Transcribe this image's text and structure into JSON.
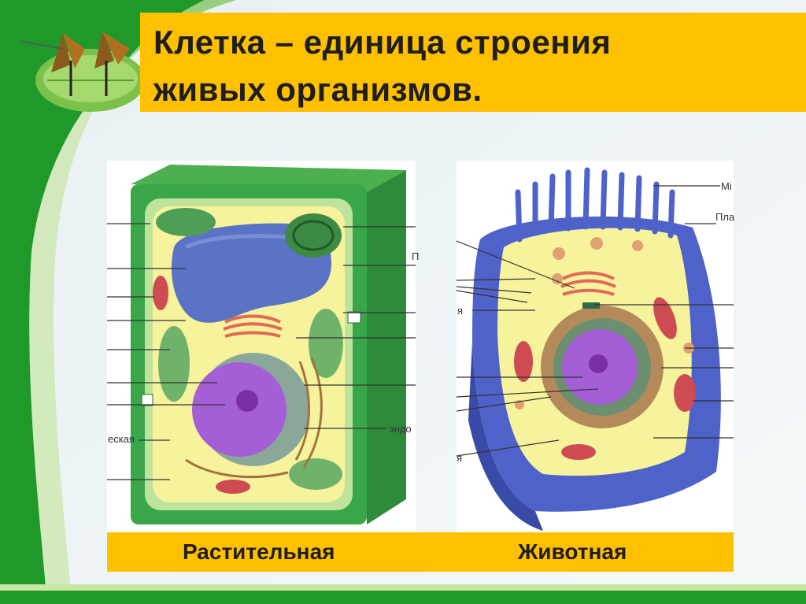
{
  "slide": {
    "title_line1": "Клетка – единица строения",
    "title_line2": "живых организмов."
  },
  "captions": {
    "plant": "Растительная",
    "animal": "Животная"
  },
  "label_fragments": {
    "plant_right_1": "П",
    "plant_left_1": "еская",
    "plant_right_2": "эндо",
    "animal_right_1": "Mi",
    "animal_right_2": "Пла",
    "animal_left_1": "я",
    "animal_left_2": "я"
  },
  "colors": {
    "title_bg": "#ffc000",
    "caption_bg": "#ffc000",
    "decor_green": "#1f9a2a",
    "cell_wall": "#3aa64a",
    "cytoplasm": "#f7f39c",
    "vacuole": "#5b73c4",
    "nucleus": "#a55fd6",
    "animal_membrane": "#4e62c9"
  }
}
